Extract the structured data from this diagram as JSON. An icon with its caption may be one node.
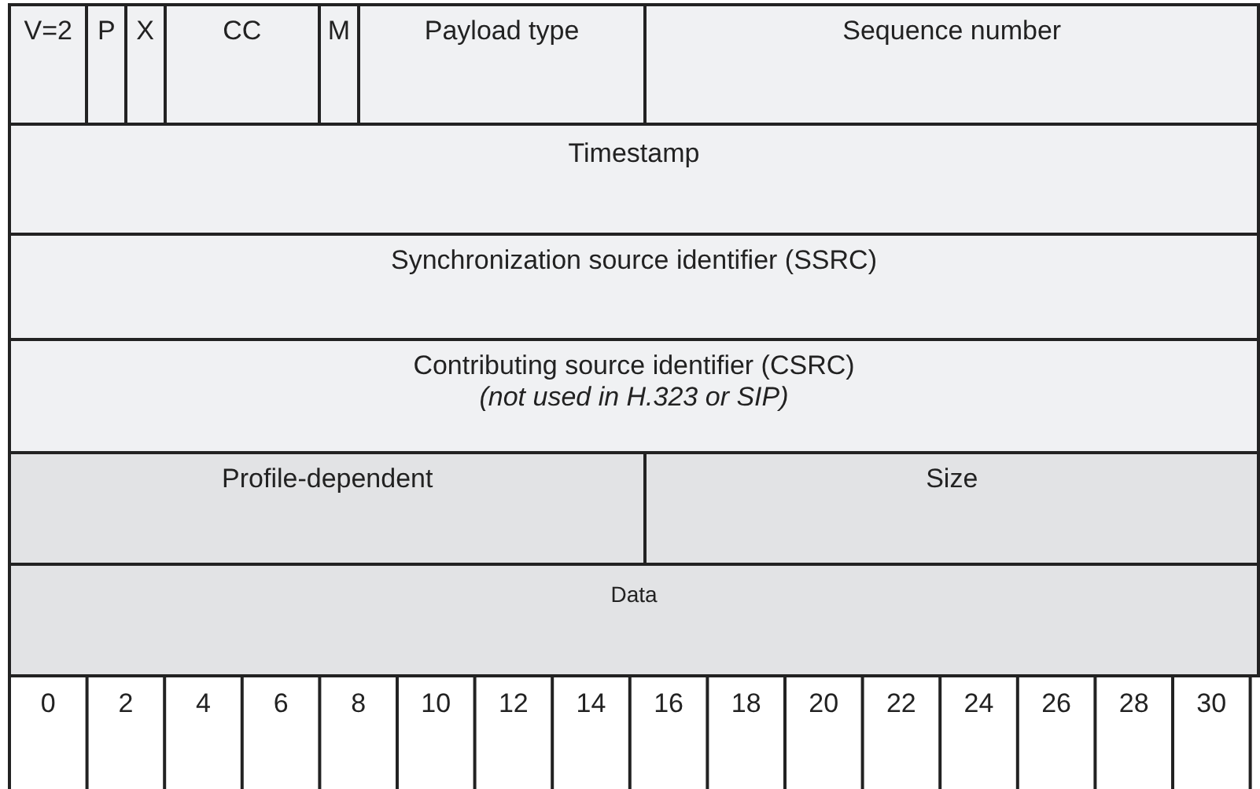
{
  "diagram": {
    "nodes": [
      {
        "text": [
          "V=2"
        ]
      },
      {
        "text": [
          "P"
        ]
      },
      {
        "text": [
          "X"
        ]
      },
      {
        "text": [
          "CC"
        ]
      },
      {
        "text": [
          "M"
        ]
      },
      {
        "text": [
          "Payload type"
        ]
      },
      {
        "text": [
          "Sequence number"
        ]
      },
      {
        "text": [
          "Timestamp"
        ]
      },
      {
        "text": [
          "Synchronization source identifier (SSRC)"
        ]
      },
      {
        "text": [
          "Contributing source identifier (CSRC)",
          "(not used in H.323 or SIP)"
        ]
      },
      {
        "text": [
          "Profile-dependent"
        ]
      },
      {
        "text": [
          "Size"
        ]
      },
      {
        "text": [
          "Data"
        ]
      }
    ],
    "labels": [
      "0",
      "2",
      "4",
      "6",
      "8",
      "10",
      "12",
      "14",
      "16",
      "18",
      "20",
      "22",
      "24",
      "26",
      "28",
      "30"
    ]
  }
}
